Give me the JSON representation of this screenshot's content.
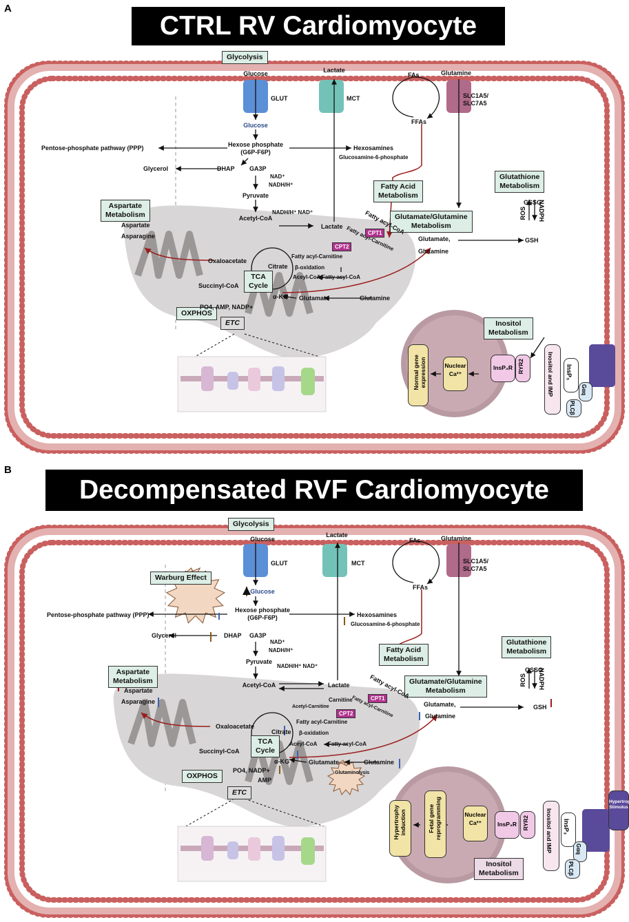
{
  "panels": [
    {
      "letter": "A",
      "title": "CTRL RV Cardiomyocyte",
      "boxes": {
        "glycolysis": "Glycolysis",
        "aspartate": "Aspartate\nMetabolism",
        "fatty_acid": "Fatty Acid\nMetabolism",
        "glu_gln": "Glutamate/Glutamine\nMetabolism",
        "glutathione": "Glutathione\nMetabolism",
        "inositol": "Inositol\nMetabolism",
        "oxphos": "OXPHOS",
        "tca": "TCA\nCycle",
        "etc": "ETC"
      },
      "labels": {
        "glucose_out": "Glucose",
        "glut": "GLUT",
        "lactate_out": "Lactate",
        "mct": "MCT",
        "fas": "FAs",
        "ffas": "FFAs",
        "glutamine_out": "Glutamine",
        "slc": "SLC1A5/\nSLC7A5",
        "glucose_in": "Glucose",
        "hexose": "Hexose phosphate\n(G6P-F6P)",
        "ppp": "Pentose-phosphate pathway (PPP)",
        "hexosamines": "Hexosamines",
        "glucosamine": "Glucosamine-6-phosphate",
        "glycerol": "Glycerol",
        "dhap": "DHAP",
        "ga3p": "GA3P",
        "nad": "NAD⁺",
        "nadh": "NADH/H⁺",
        "pyruvate": "Pyruvate",
        "acetyl_coa": "Acetyl-CoA",
        "nadh_nad": "NADH/H⁺ NAD⁺",
        "lactate_in": "Lactate",
        "aspartate": "Aspartate",
        "asparagine": "Asparagine",
        "oxaloacetate": "Oxaloacetate",
        "citrate": "Citrate",
        "succinyl": "Succinyl-CoA",
        "akg": "α-KG",
        "po4": "PO4, AMP, NADP+",
        "glutamate_mito": "Glutamate",
        "glutamine_mito": "Glutamine",
        "fatty_acyl_coa": "Fatty acyl-CoA",
        "fatty_acyl_carnitine": "Fatty acyl-Carnitine",
        "fatty_acyl_carnitine_2": "Fatty acyl-Carnitine",
        "beta_ox": "β-oxidation",
        "aceyl_coa": "Aceyl-CoA",
        "fatty_acyl_coa_2": "Fatty acyl-CoA",
        "cpt1": "CPT1",
        "cpt2": "CPT2",
        "glutamate_cyto": "Glutamate,",
        "glutamine_cyto": "Glutamine",
        "gssg": "GSSG",
        "nadph": "NADPH",
        "ros": "ROS",
        "gsh": "GSH",
        "nuclear": "Nuclear\nCa²⁺",
        "gene": "Normal gene\nexpression",
        "insp3r": "InsP₃R",
        "ryr2": "RYR2",
        "inositol_imp": "Inositol and IMP",
        "insp3": "InsP₃",
        "gaq": "Gαq",
        "plcb": "PLCβ"
      }
    },
    {
      "letter": "B",
      "title": "Decompensated RVF Cardiomyocyte",
      "boxes": {
        "glycolysis": "Glycolysis",
        "warburg": "Warburg Effect",
        "aspartate": "Aspartate\nMetabolism",
        "fatty_acid": "Fatty Acid\nMetabolism",
        "glu_gln": "Glutamate/Glutamine\nMetabolism",
        "glutathione": "Glutathione\nMetabolism",
        "inositol": "Inositol\nMetabolism",
        "oxphos": "OXPHOS",
        "tca": "TCA\nCycle",
        "etc": "ETC"
      },
      "labels": {
        "glucose_out": "Glucose",
        "glut": "GLUT",
        "lactate_out": "Lactate",
        "mct": "MCT",
        "fas": "FAs",
        "ffas": "FFAs",
        "glutamine_out": "Glutamine",
        "slc": "SLC1A5/\nSLC7A5",
        "glucose_in": "Glucose",
        "hexose": "Hexose phosphate\n(G6P-F6P)",
        "ppp": "Pentose-phosphate pathway (PPP)",
        "hexosamines": "Hexosamines",
        "glucosamine": "Glucosamine-6-phosphate",
        "glycerol": "Glycerol",
        "dhap": "DHAP",
        "ga3p": "GA3P",
        "nad": "NAD⁺",
        "nadh": "NADH/H⁺",
        "pyruvate": "Pyruvate",
        "acetyl_coa": "Acetyl-CoA",
        "nadh_nad": "NADH/H⁺ NAD⁺",
        "lactate_in": "Lactate",
        "aspartate": "Aspartate",
        "asparagine": "Asparagine",
        "oxaloacetate": "Oxaloacetate",
        "citrate": "Citrate",
        "succinyl": "Succinyl-CoA",
        "akg": "α-KG",
        "po4": "PO4, NADP+",
        "amp": "AMP",
        "glutamate_mito": "Glutamate",
        "glutamine_mito": "Glutamine",
        "glutaminolysis": "Glutaminolysis",
        "carnitine": "Carnitine",
        "acetyl_carnitine": "Acetyl-Carnitine",
        "fatty_acyl_coa": "Fatty acyl-CoA",
        "fatty_acyl_carnitine": "Fatty acyl-Carnitine",
        "fatty_acyl_carnitine_2": "Fatty acyl-Carnitine",
        "beta_ox": "β-oxidation",
        "aceyl_coa": "Aceyl-CoA",
        "fatty_acyl_coa_2": "Fatty acyl-CoA",
        "cpt1": "CPT1",
        "cpt2": "CPT2",
        "glutamate_cyto": "Glutamate,",
        "glutamine_cyto": "Glutamine",
        "gssg": "GSSG",
        "nadph": "NADPH",
        "ros": "ROS",
        "gsh": "GSH",
        "nuclear": "Nuclear\nCa²⁺",
        "gene": "Fetal gene\nreprogramming",
        "hypertrophy": "Hypertrophy\ninduction",
        "insp3r": "InsP₃R",
        "ryr2": "RYR2",
        "inositol_imp": "Inositol and IMP",
        "insp3": "InsP₃",
        "gaq": "Gαq",
        "plcb": "PLCβ",
        "stimulus": "Hypertrophy\nStimulus"
      }
    }
  ],
  "colors": {
    "membrane": "#c9605f",
    "mito": "#d8d6d6",
    "cristae": "#9b9797",
    "box_fill": "#dceee6",
    "red_arrow": "#9b1c1c",
    "glut": "#5b8fd6",
    "mct": "#73c2b8",
    "slc": "#b06a8a",
    "receptor": "#5a4a9a",
    "up_arrow": "#8a5a1a",
    "down_arrow": "#3a62b0"
  }
}
